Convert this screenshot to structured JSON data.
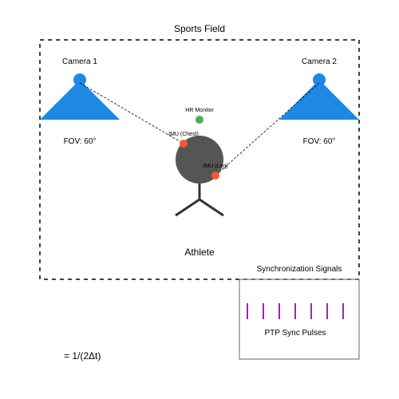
{
  "field": {
    "title": "Sports Field"
  },
  "cameras": [
    {
      "label": "Camera 1",
      "fov": "FOV: 60°"
    },
    {
      "label": "Camera 2",
      "fov": "FOV: 60°"
    }
  ],
  "sensors": {
    "hr_monitor": "HR Monitor",
    "imu_chest": "IMU (Chest)",
    "imu_leg": "IMU (Leg)"
  },
  "athlete": {
    "label": "Athlete"
  },
  "sync": {
    "title": "Synchronization Signals",
    "pulses_label": "PTP Sync Pulses",
    "pulse_count": 7
  },
  "formula": "= 1/(2Δt)",
  "colors": {
    "camera": "#1e88e5",
    "athlete": "#555555",
    "imu": "#ff5722",
    "hr_monitor": "#4caf50",
    "pulse": "#9c27b0",
    "outline": "#000000",
    "sync_box_border": "#666666"
  }
}
